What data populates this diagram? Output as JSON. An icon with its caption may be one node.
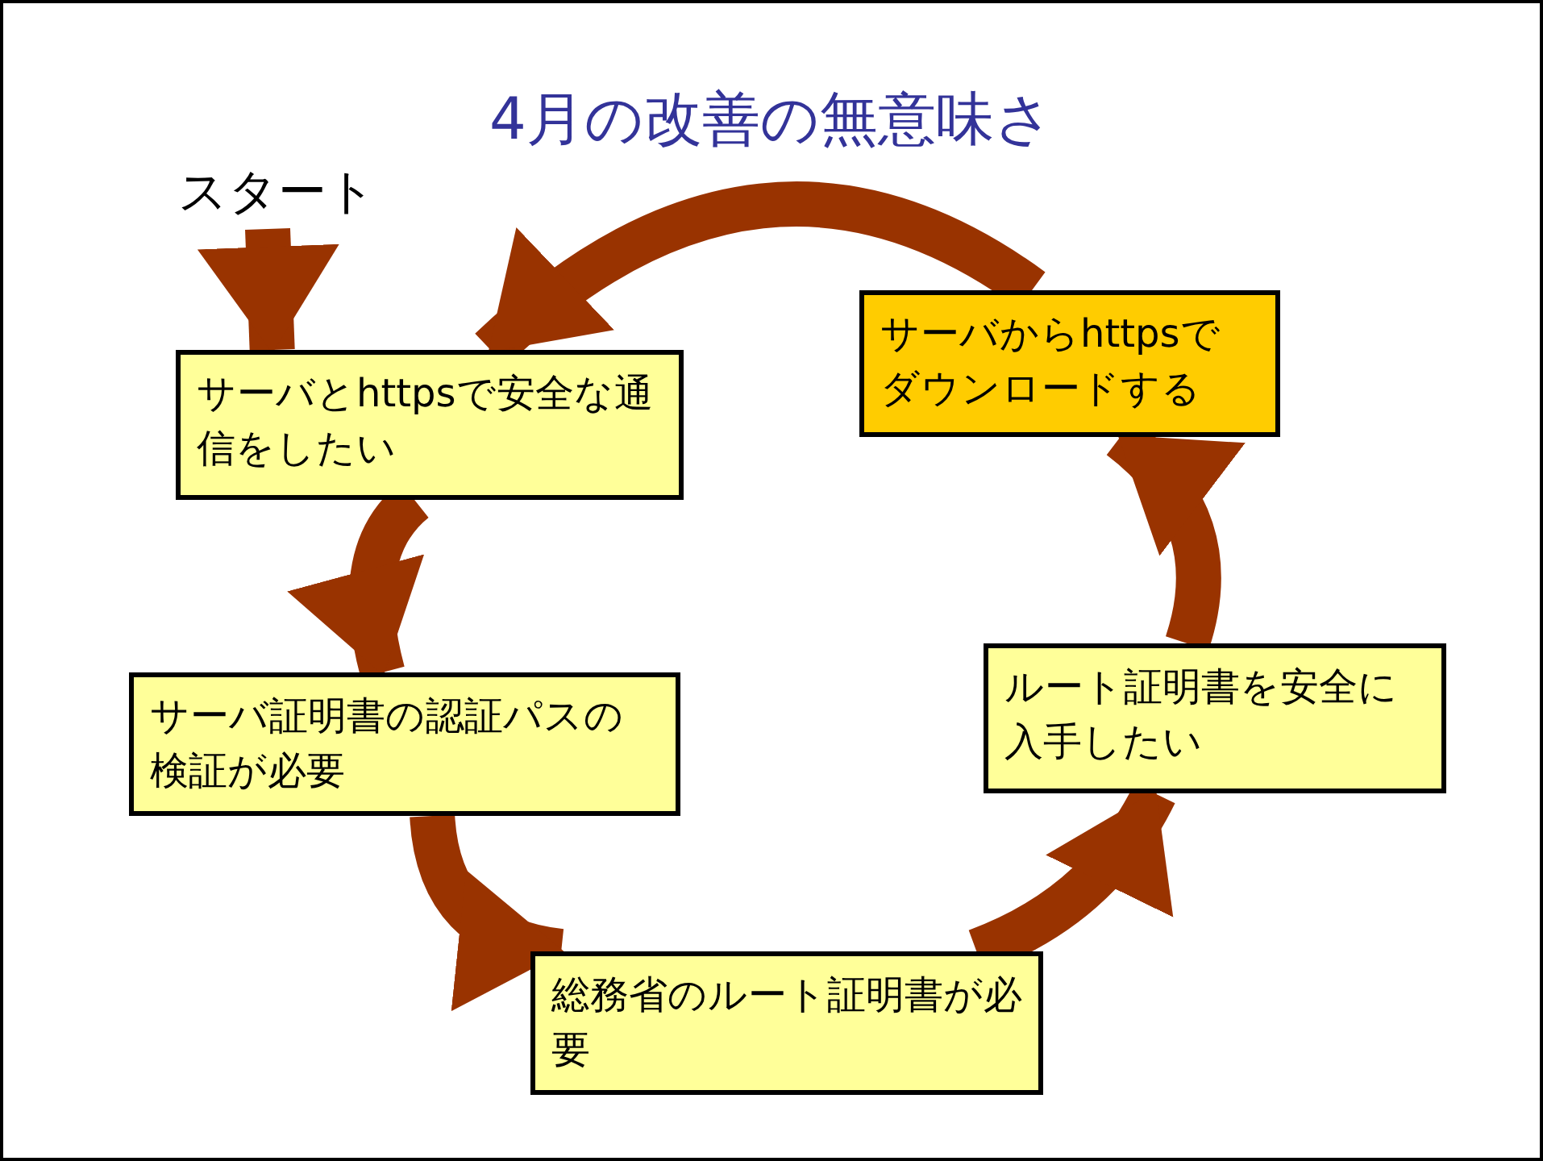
{
  "diagram": {
    "title": "4月の改善の無意味さ",
    "nodes": [
      {
        "text": [
          "スタート"
        ]
      },
      {
        "text": [
          "サーバとhttpsで安全な通信をしたい"
        ]
      },
      {
        "text": [
          "サーバ証明書の認証パスの検証が必要"
        ]
      },
      {
        "text": [
          "総務省のルート証明書が必要"
        ]
      },
      {
        "text": [
          "ルート証明書を安全に入手したい"
        ]
      },
      {
        "text": [
          "サーバからhttpsでダウンロードする"
        ]
      }
    ],
    "edges": [
      {
        "from": 0,
        "to": 1,
        "arrow": "to"
      },
      {
        "from": 1,
        "to": 2,
        "arrow": "to"
      },
      {
        "from": 2,
        "to": 3,
        "arrow": "to"
      },
      {
        "from": 3,
        "to": 4,
        "arrow": "to"
      },
      {
        "from": 4,
        "to": 5,
        "arrow": "to"
      },
      {
        "from": 5,
        "to": 1,
        "arrow": "to"
      }
    ]
  }
}
